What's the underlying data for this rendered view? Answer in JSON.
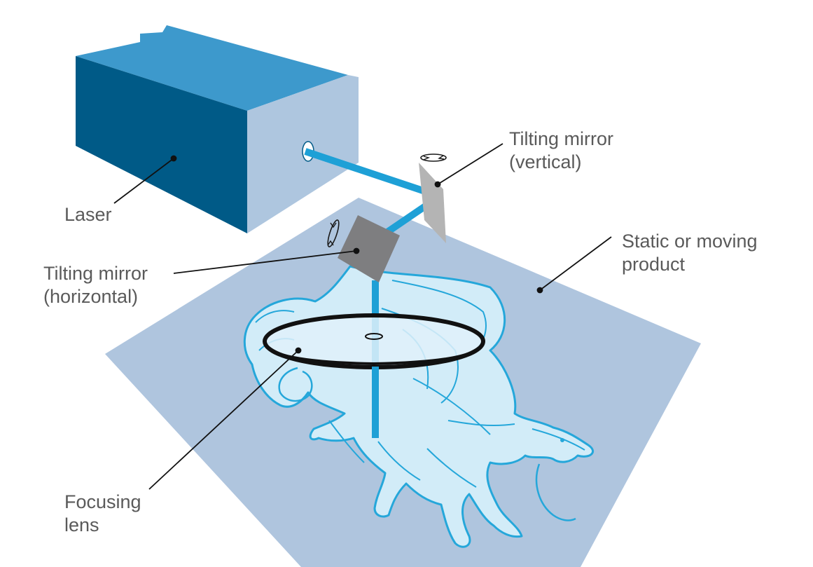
{
  "labels": {
    "laser": "Laser",
    "tilting_mirror_vertical": [
      "Tilting mirror",
      "(vertical)"
    ],
    "tilting_mirror_horizontal": [
      "Tilting mirror",
      "(horizontal)"
    ],
    "product": [
      "Static or moving",
      "product"
    ],
    "focusing_lens": [
      "Focusing",
      "lens"
    ]
  },
  "colors": {
    "laser_front": "#005a87",
    "laser_top": "#3d99cc",
    "laser_side": "#aec6df",
    "beam": "#1ea0d6",
    "product_plane": "#afc5de",
    "dragon_fill": "#d2ecf8",
    "dragon_line": "#25a7da",
    "mirror_vertical": "#b4b4b4",
    "mirror_horizontal": "#7e7e80",
    "lens_ring": "#111111",
    "lens_fill": "#e1f1fa",
    "text": "#5a5a5a"
  },
  "icons": [
    "rotate-arrows-icon",
    "rotate-arrows-icon"
  ]
}
